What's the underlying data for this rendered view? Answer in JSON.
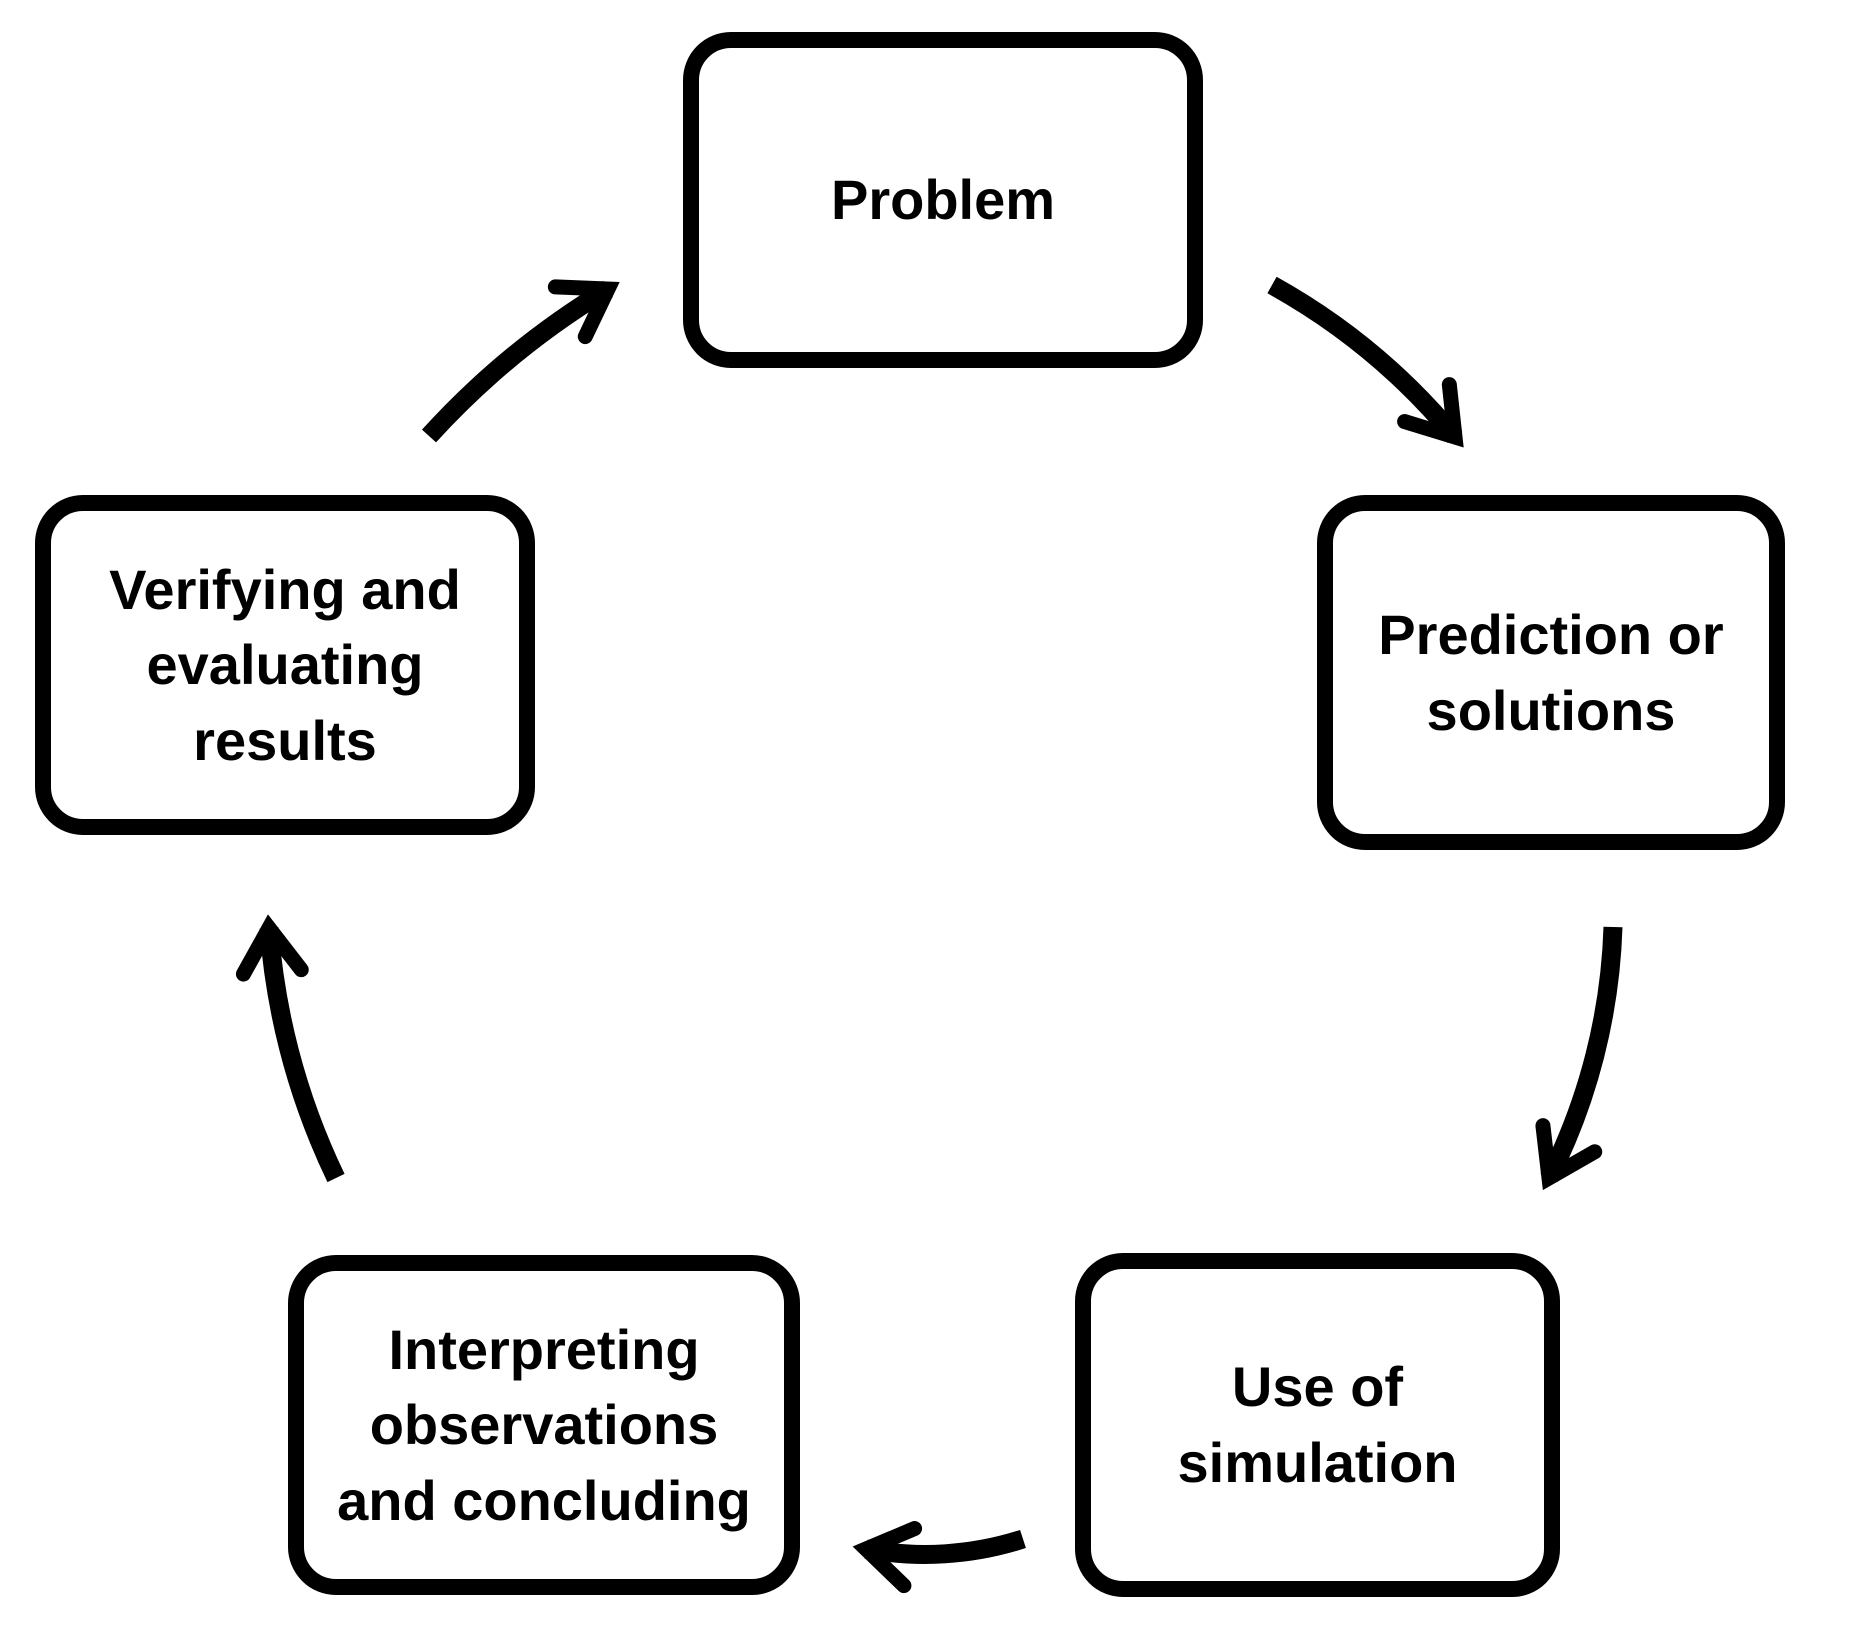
{
  "diagram": {
    "background_color": "#ffffff",
    "line_color": "#000000",
    "nodes": [
      {
        "id": "problem",
        "label": "Problem",
        "lines": [
          "Problem"
        ]
      },
      {
        "id": "prediction",
        "label": "Prediction or solutions",
        "lines": [
          "Prediction or",
          "solutions"
        ]
      },
      {
        "id": "simulation",
        "label": "Use of simulation",
        "lines": [
          "Use of",
          "simulation"
        ]
      },
      {
        "id": "interpreting",
        "label": "Interpreting observations and concluding",
        "lines": [
          "Interpreting",
          "observations",
          "and concluding"
        ]
      },
      {
        "id": "verifying",
        "label": "Verifying and evaluating results",
        "lines": [
          "Verifying and",
          "evaluating",
          "results"
        ]
      }
    ],
    "edges": [
      {
        "from": "problem",
        "to": "prediction"
      },
      {
        "from": "prediction",
        "to": "simulation"
      },
      {
        "from": "simulation",
        "to": "interpreting"
      },
      {
        "from": "interpreting",
        "to": "verifying"
      },
      {
        "from": "verifying",
        "to": "problem"
      }
    ]
  }
}
